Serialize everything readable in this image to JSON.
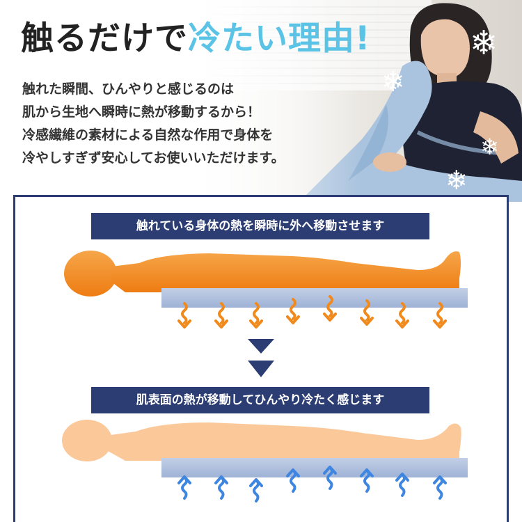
{
  "hero": {
    "title_part1": "触るだけで",
    "title_part2": "冷たい理由!",
    "description_lines": [
      "触れた瞬間、ひんやりと感じるのは",
      "肌から生地へ瞬時に熱が移動するから！",
      "冷感繊維の素材による自然な作用で身体を",
      "冷やしすぎず安心してお使いいただけます。"
    ]
  },
  "diagram": {
    "step1_caption": "触れている身体の熱を瞬時に外へ移動させます",
    "step2_caption": "肌表面の熱が移動してひんやり冷たく感じます"
  },
  "colors": {
    "title_accent": "#5bc3e6",
    "navy": "#2b3d72",
    "hot_body": "#f28a1f",
    "cool_body": "#fbc89a",
    "hot_arrow": "#f08a1d",
    "cool_arrow": "#3f86e0",
    "pad": "#aebedb"
  },
  "icons": [
    "snowflake-icon",
    "heat-arrow-down-icon",
    "cool-arrow-up-icon",
    "chevron-down-icon"
  ]
}
